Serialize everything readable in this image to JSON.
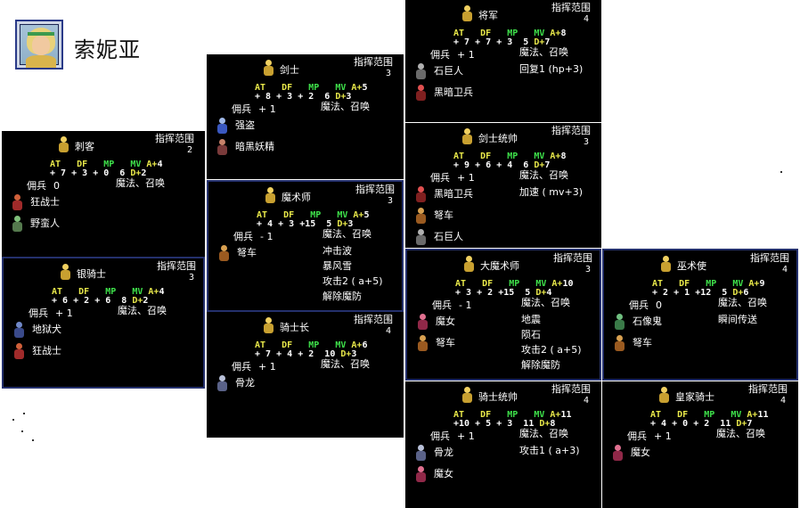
{
  "hero": {
    "name": "索妮亚"
  },
  "labels": {
    "range": "指挥范围",
    "mercenary": "佣兵",
    "magic_summon": "魔法、召唤"
  },
  "stat_header": {
    "at": "AT",
    "df": "DF",
    "mp": "MP",
    "mv": "MV",
    "a": "A+",
    "d": "D+"
  },
  "colors": {
    "card_bg": "#000000",
    "stat_yellow": "#e8e84a",
    "stat_green": "#3ee04a",
    "card_border": "#24306c"
  },
  "cards": [
    {
      "id": "assassin",
      "name": "刺客",
      "range": "2",
      "stats": "+ 7 + 3 + 0  6 D+ 2",
      "at": "+ 7",
      "df": "+ 3",
      "mp": "+ 0",
      "mv": "6",
      "a": "4",
      "d": "2",
      "merc": "0",
      "units": [
        "狂战士",
        "野蛮人"
      ],
      "skills": []
    },
    {
      "id": "silver-knight",
      "name": "银骑士",
      "range": "3",
      "merc": "+ 1",
      "at": "+ 6",
      "df": "+ 2",
      "mp": "+ 6",
      "mv": "8",
      "a": "4",
      "d": "2",
      "units": [
        "地狱犬",
        "狂战士"
      ],
      "skills": []
    },
    {
      "id": "swordsman",
      "name": "剑士",
      "range": "3",
      "merc": "+ 1",
      "at": "+ 8",
      "df": "+ 3",
      "mp": "+ 2",
      "mv": "6",
      "a": "5",
      "d": "3",
      "units": [
        "强盗",
        "暗黑妖精"
      ],
      "skills": []
    },
    {
      "id": "magician",
      "name": "魔术师",
      "range": "3",
      "merc": "- 1",
      "at": "+ 4",
      "df": "+ 3",
      "mp": "+15",
      "mv": "5",
      "a": "5",
      "d": "3",
      "units": [
        "弩车"
      ],
      "skills": [
        "冲击波",
        "暴风雪",
        "攻击2 ( a+5)",
        "解除魔防"
      ]
    },
    {
      "id": "knight-captain",
      "name": "骑士长",
      "range": "4",
      "merc": "+ 1",
      "at": "+ 7",
      "df": "+ 4",
      "mp": "+ 2",
      "mv": "10",
      "a": "6",
      "d": "3",
      "units": [
        "骨龙"
      ],
      "skills": []
    },
    {
      "id": "general",
      "name": "将军",
      "range": "4",
      "merc": "+ 1",
      "at": "+ 7",
      "df": "+ 7",
      "mp": "+ 3",
      "mv": "5",
      "a": "8",
      "d": "7",
      "units": [
        "石巨人",
        "黑暗卫兵"
      ],
      "skills": [
        "回复1 (hp+3)"
      ]
    },
    {
      "id": "sword-marshal",
      "name": "剑士统帅",
      "range": "3",
      "merc": "+ 1",
      "at": "+ 9",
      "df": "+ 6",
      "mp": "+ 4",
      "mv": "6",
      "a": "8",
      "d": "7",
      "units": [
        "黑暗卫兵",
        "弩车",
        "石巨人"
      ],
      "skills": [
        "加速 ( mv+3)"
      ]
    },
    {
      "id": "archmage",
      "name": "大魔术师",
      "range": "3",
      "merc": "- 1",
      "at": "+ 3",
      "df": "+ 2",
      "mp": "+15",
      "mv": "5",
      "a": "10",
      "d": "4",
      "units": [
        "魔女",
        "弩车"
      ],
      "skills": [
        "地震",
        "陨石",
        "攻击2 ( a+5)",
        "解除魔防"
      ]
    },
    {
      "id": "witch-envoy",
      "name": "巫术使",
      "range": "4",
      "merc": "0",
      "at": "+ 2",
      "df": "+ 1",
      "mp": "+12",
      "mv": "5",
      "a": "9",
      "d": "6",
      "units": [
        "石像鬼",
        "弩车"
      ],
      "skills": [
        "瞬间传送"
      ]
    },
    {
      "id": "knight-marshal",
      "name": "骑士统帅",
      "range": "4",
      "merc": "+ 1",
      "at": "+10",
      "df": "+ 5",
      "mp": "+ 3",
      "mv": "11",
      "a": "11",
      "d": "8",
      "units": [
        "骨龙",
        "魔女"
      ],
      "skills": [
        "攻击1 ( a+3)"
      ]
    },
    {
      "id": "royal-knight",
      "name": "皇家骑士",
      "range": "4",
      "merc": "+ 1",
      "at": "+ 4",
      "df": "+ 0",
      "mp": "+ 2",
      "mv": "11",
      "a": "11",
      "d": "7",
      "units": [
        "魔女"
      ],
      "skills": []
    }
  ]
}
